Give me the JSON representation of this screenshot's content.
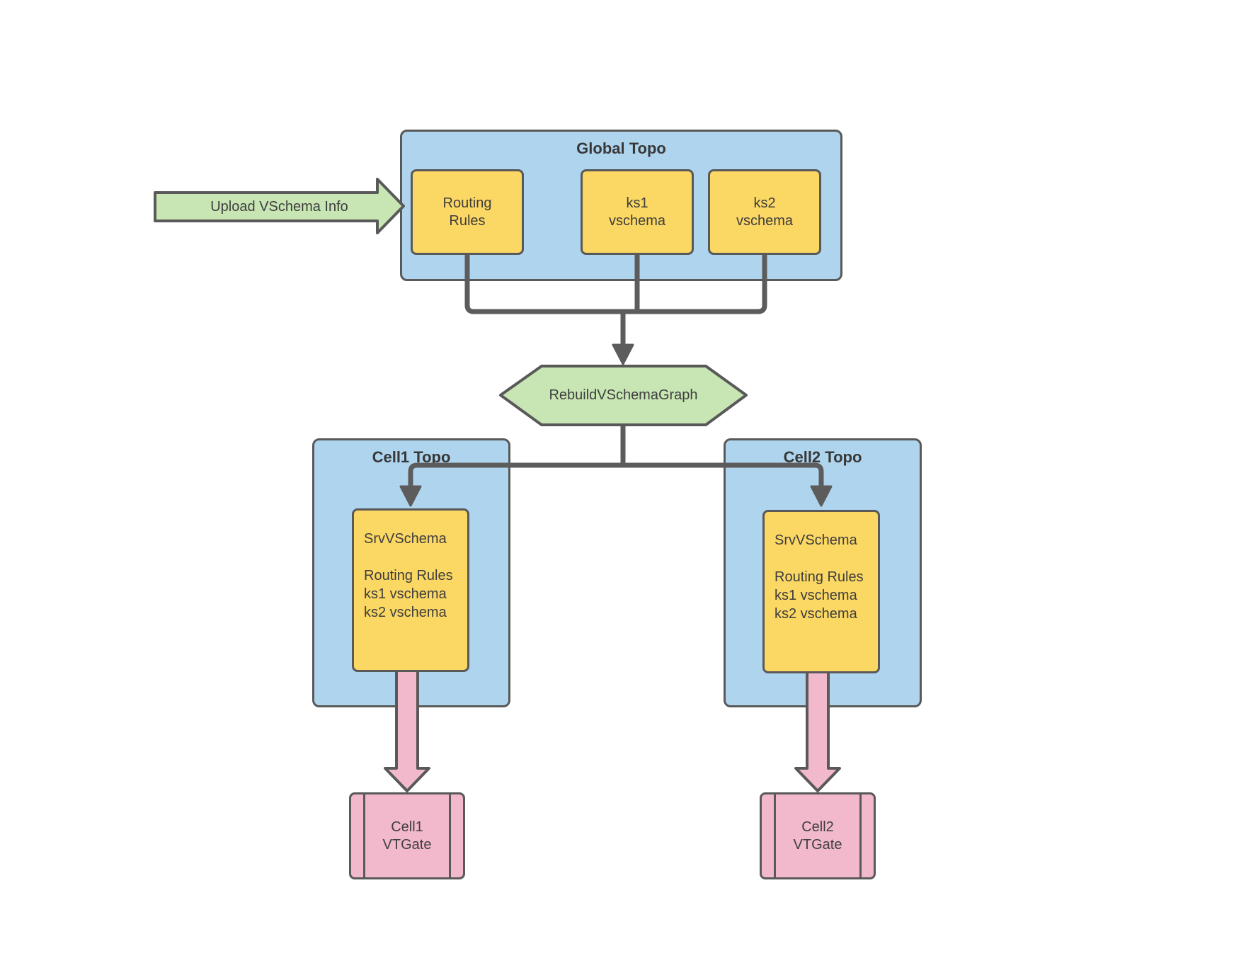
{
  "colors": {
    "blue_fill": "#AFD4EE",
    "yellow_fill": "#FBD763",
    "green_fill": "#C8E6B4",
    "pink_fill": "#F2B9CC",
    "stroke": "#595959",
    "connector": "#5C5C5C",
    "text": "#3E3E3E",
    "title_text": "#383838"
  },
  "upload_arrow": {
    "label": "Upload VSchema Info"
  },
  "global_topo": {
    "title": "Global Topo",
    "routing_rules": "Routing\nRules",
    "ks1": "ks1\nvschema",
    "ks2": "ks2\nvschema"
  },
  "rebuild": {
    "label": "RebuildVSchemaGraph"
  },
  "cell1": {
    "title": "Cell1 Topo",
    "srv_heading": "SrvVSchema",
    "srv_lines": "Routing Rules\nks1 vschema\nks2 vschema",
    "vtgate": "Cell1\nVTGate"
  },
  "cell2": {
    "title": "Cell2 Topo",
    "srv_heading": "SrvVSchema",
    "srv_lines": "Routing Rules\nks1 vschema\nks2 vschema",
    "vtgate": "Cell2\nVTGate"
  }
}
